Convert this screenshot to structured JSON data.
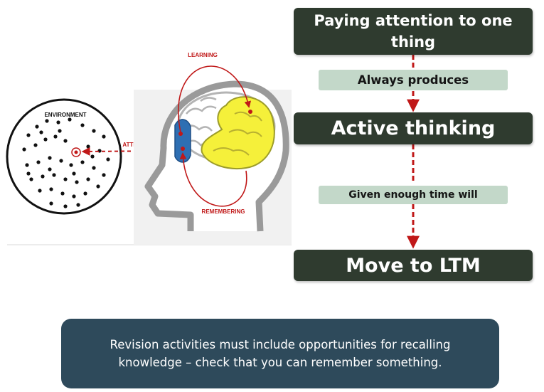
{
  "diagram": {
    "environment_label": "ENVIRONMENT",
    "attention_label": "ATTENTION",
    "learning_label": "LEARNING",
    "remembering_label": "REMEMBERING"
  },
  "flow": {
    "step1": "Paying attention to one thing",
    "connector1": "Always produces",
    "step2": "Active thinking",
    "connector2": "Given enough time will",
    "step3": "Move to LTM"
  },
  "note": {
    "text": "Revision activities must include opportunities for recalling knowledge – check that you can remember something."
  },
  "colors": {
    "dark_box": "#2f3b2f",
    "light_box": "#c3d8c9",
    "arrow": "#c01818",
    "note_bg": "#2e4a5b",
    "brain_front": "#2e6fb3",
    "brain_lobe": "#f5f03a"
  }
}
